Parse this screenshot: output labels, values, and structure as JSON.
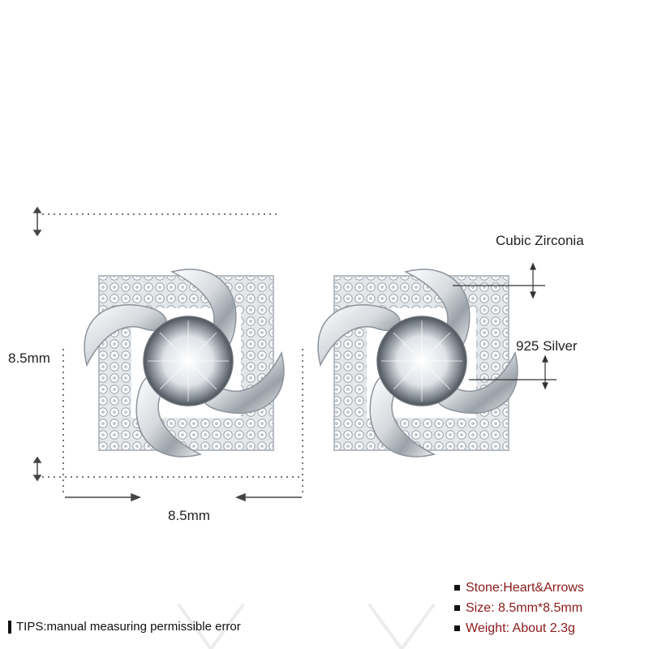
{
  "annotations": {
    "stone_callout": "Cubic Zirconia",
    "metal_callout": "925 Silver",
    "height_dimension": "8.5mm",
    "width_dimension": "8.5mm"
  },
  "specs": [
    {
      "label": "Stone:",
      "value": "Heart&Arrows"
    },
    {
      "label": "Size: ",
      "value": "8.5mm*8.5mm"
    },
    {
      "label": "Weight: ",
      "value": "About 2.3g"
    }
  ],
  "tips": "TIPS:manual measuring permissible error",
  "colors": {
    "spec_text": "#8b1a1a",
    "silver_light": "#f2f4f6",
    "silver_mid": "#c9ced4",
    "silver_dark": "#8d949c",
    "dimension_line": "#777777"
  },
  "icons": {
    "earring": "flower-swirl-stud-earring-icon",
    "gem": "round-cut-zirconia-icon"
  }
}
